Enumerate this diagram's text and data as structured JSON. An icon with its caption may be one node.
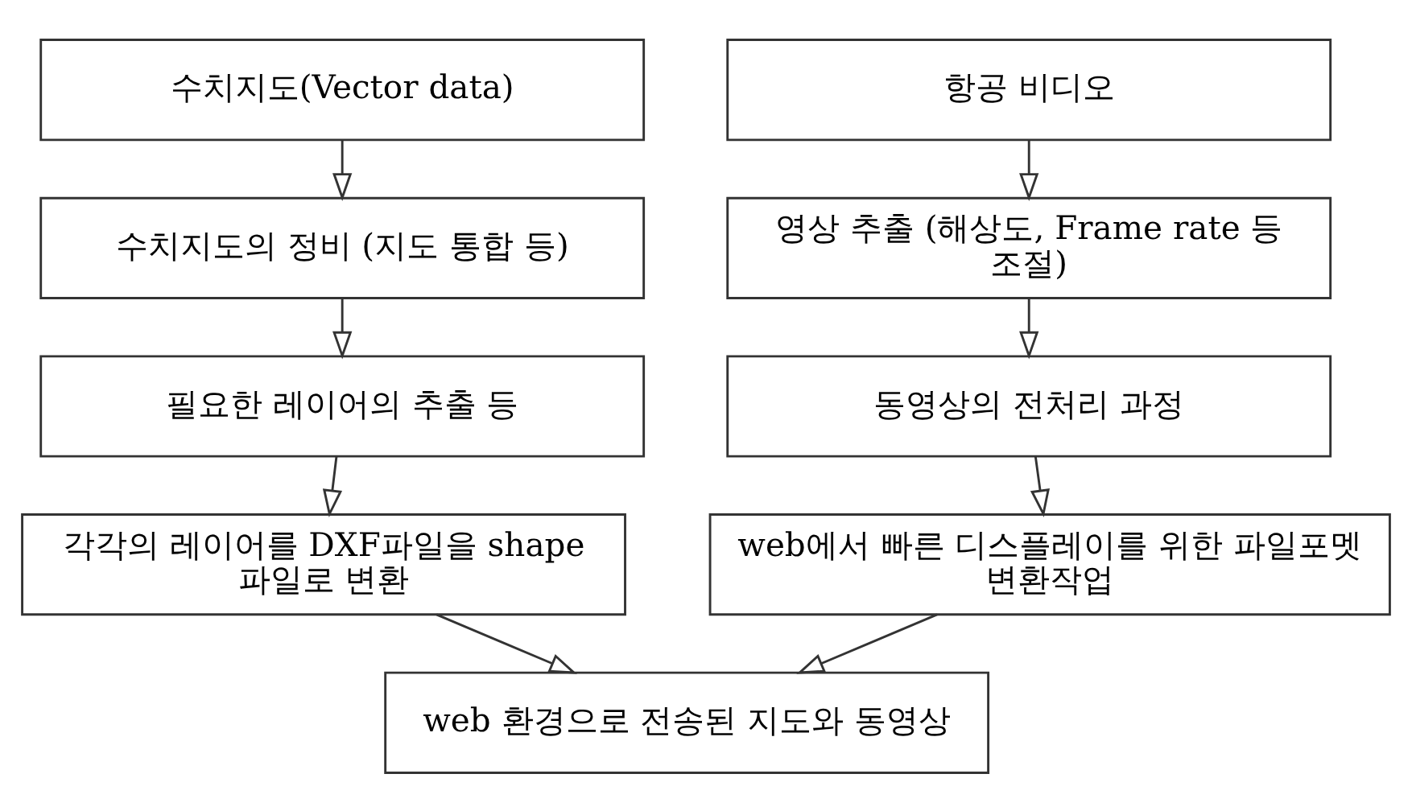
{
  "diagram": {
    "nodes": [
      {
        "text": [
          "수치지도(Vector data)"
        ]
      },
      {
        "text": [
          "항공 비디오"
        ]
      },
      {
        "text": [
          "수치지도의 정비 (지도 통합 등)"
        ]
      },
      {
        "text": [
          "영상 추출 (해상도, Frame rate 등 조절)"
        ]
      },
      {
        "text": [
          "필요한 레이어의 추출 등"
        ]
      },
      {
        "text": [
          "동영상의 전처리 과정"
        ]
      },
      {
        "text": [
          "각각의 레이어를 DXF파일을 shape 파일로 변환"
        ]
      },
      {
        "text": [
          "web에서 빠른 디스플레이를 위한 파일포멧 변환작업"
        ]
      },
      {
        "text": [
          "web 환경으로 전송된 지도와 동영상"
        ]
      }
    ],
    "edges": [
      {
        "from": 0,
        "to": 2,
        "arrow": "to"
      },
      {
        "from": 2,
        "to": 4,
        "arrow": "to"
      },
      {
        "from": 4,
        "to": 6,
        "arrow": "to"
      },
      {
        "from": 1,
        "to": 3,
        "arrow": "to"
      },
      {
        "from": 3,
        "to": 5,
        "arrow": "to"
      },
      {
        "from": 5,
        "to": 7,
        "arrow": "to"
      },
      {
        "from": 6,
        "to": 8,
        "arrow": "to"
      },
      {
        "from": 7,
        "to": 8,
        "arrow": "to"
      }
    ]
  }
}
